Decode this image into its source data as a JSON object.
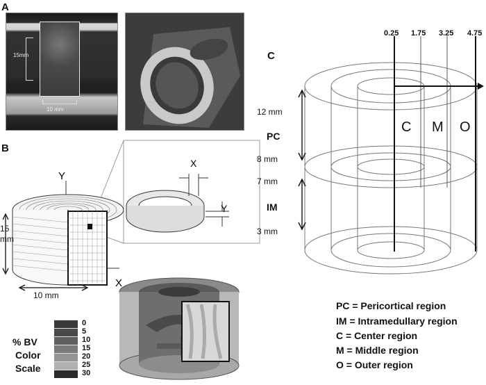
{
  "panels": {
    "a": "A",
    "b": "B",
    "c": "C"
  },
  "panel_a": {
    "dim_height": "15mm",
    "dim_width": "10 mm"
  },
  "panel_b": {
    "axis_y": "Y",
    "axis_x": "X",
    "dim_height_value": "15",
    "dim_height_unit": "mm",
    "dim_width": "10 mm",
    "inset_x": "X",
    "inset_y": "Y"
  },
  "scale": {
    "title_line1": "% BV",
    "title_line2": "Color",
    "title_line3": "Scale",
    "values": [
      "0",
      "5",
      "10",
      "15",
      "20",
      "25",
      "30"
    ],
    "colors": [
      "#3a3a3a",
      "#4a4a4a",
      "#606060",
      "#7a7a7a",
      "#959595",
      "#b0b0b0",
      "#2a2a2a"
    ]
  },
  "panel_c": {
    "radii": [
      "0.25",
      "1.75",
      "3.25",
      "4.75"
    ],
    "regions": [
      "C",
      "M",
      "O"
    ],
    "depth_pc_top": "12 mm",
    "depth_pc_bottom": "8 mm",
    "depth_im_top": "7 mm",
    "depth_im_bottom": "3 mm",
    "label_pc": "PC",
    "label_im": "IM"
  },
  "legend": [
    "PC = Pericortical region",
    "IM = Intramedullary region",
    "C = Center region",
    "M = Middle region",
    "O = Outer region"
  ]
}
